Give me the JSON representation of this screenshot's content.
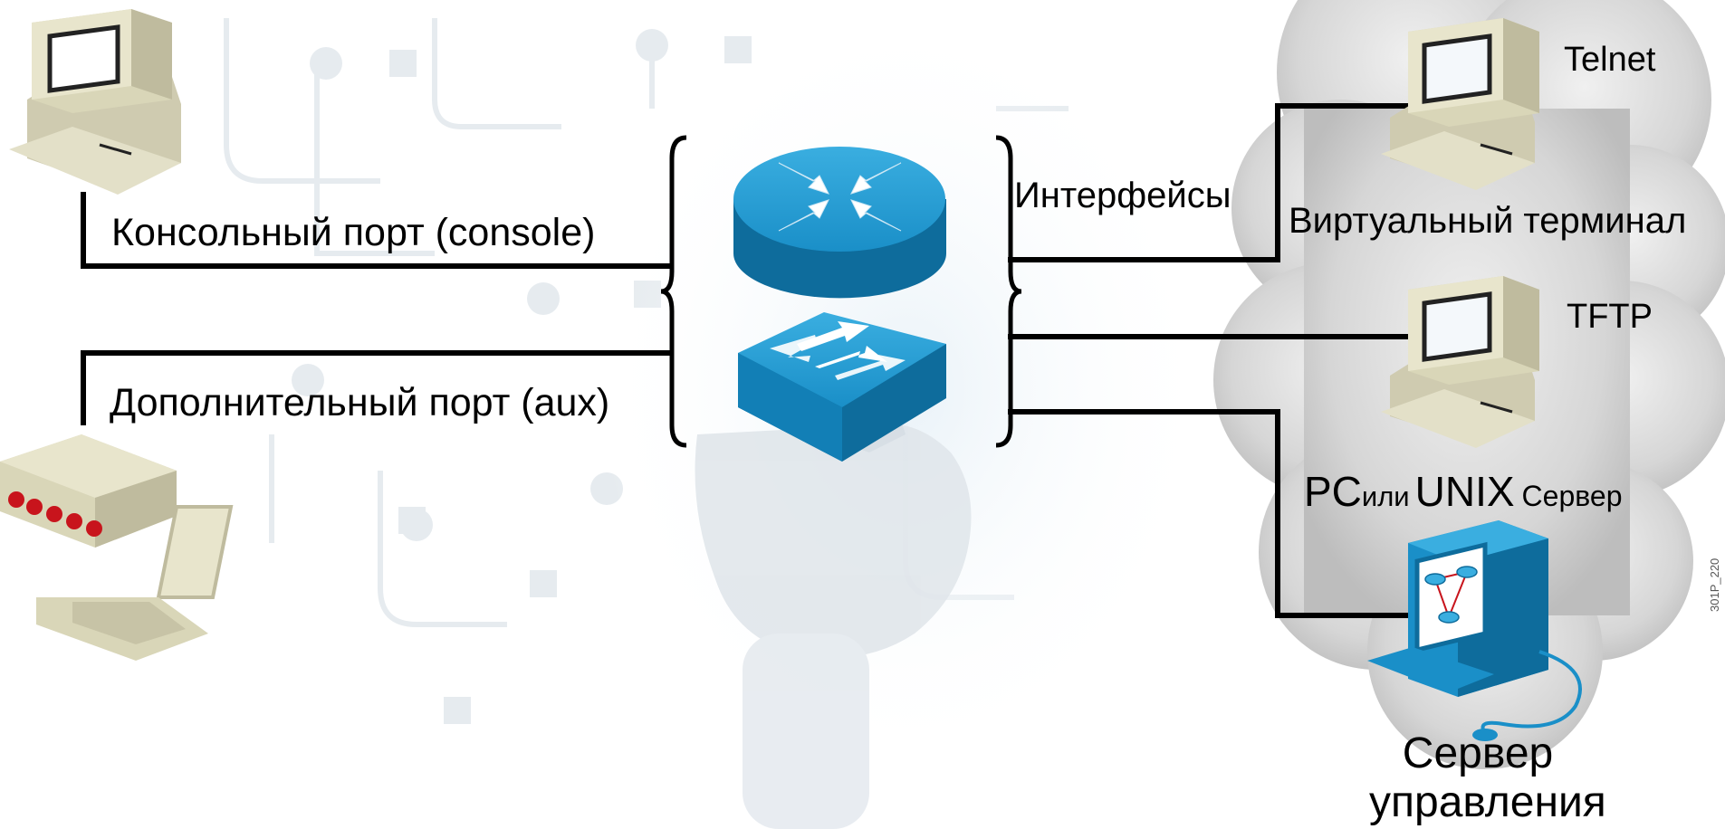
{
  "diagram": {
    "console_port_label": "Консольный порт (console)",
    "aux_port_label": "Дополнительный порт (aux)",
    "interfaces_label": "Интерфейсы",
    "telnet_label": "Telnet",
    "virtual_terminal_label": "Виртуальный терминал",
    "tftp_label": "TFTP",
    "pc_label": "PC",
    "or_label": "или",
    "unix_label": "UNIX",
    "server_label": "Сервер",
    "mgmt_server_line1": "Сервер",
    "mgmt_server_line2": "управления",
    "figure_code": "301P_220"
  },
  "colors": {
    "device_blue": "#1a8fc8",
    "device_blue_dark": "#0e6c9c",
    "pc_beige": "#d9d6b8",
    "cloud_gray": "#c9c9c9",
    "modem_led": "#c8141c",
    "line": "#000000"
  }
}
